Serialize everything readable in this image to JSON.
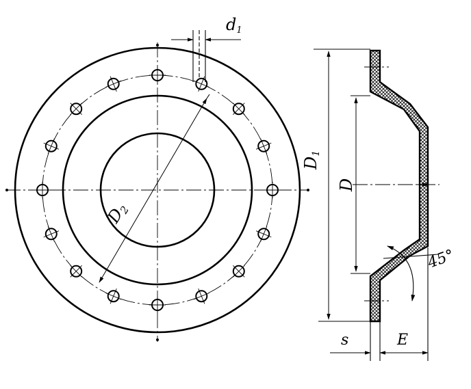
{
  "labels": {
    "d1": "d",
    "d1_sub": "1",
    "d2": "D",
    "d2_sub": "2",
    "big_d1": "D",
    "big_d1_sub": "1",
    "big_d": "D",
    "angle": "45°",
    "s": "s",
    "e": "E"
  },
  "bolt_hole_count": 16
}
